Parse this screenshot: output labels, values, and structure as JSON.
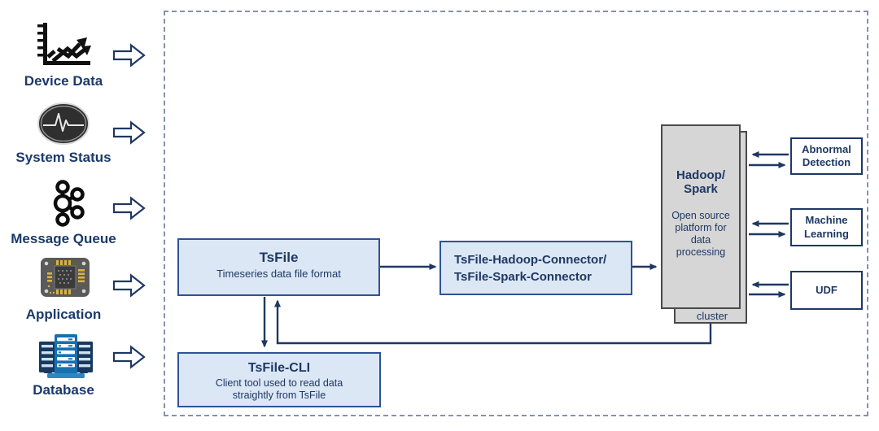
{
  "colors": {
    "navy": "#1f3864",
    "blue_box_fill": "#dbe7f5",
    "blue_box_border": "#2e5395",
    "gray_fill": "#d6d6d6",
    "dashed_border": "#8691b1",
    "label_blue": "#1b3a6b"
  },
  "sources": [
    {
      "label": "Device Data",
      "icon": "line-chart-icon"
    },
    {
      "label": "System Status",
      "icon": "pulse-monitor-icon"
    },
    {
      "label": "Message Queue",
      "icon": "message-queue-kafka-icon"
    },
    {
      "label": "Application",
      "icon": "chip-icon"
    },
    {
      "label": "Database",
      "icon": "database-servers-icon"
    }
  ],
  "tsfile": {
    "title": "TsFile",
    "subtitle": "Timeseries data file format"
  },
  "connector": {
    "line1": "TsFile-Hadoop-Connector/",
    "line2": "TsFile-Spark-Connector"
  },
  "platform": {
    "title_line1": "Hadoop/",
    "title_line2": "Spark",
    "description": "Open source platform for data processing",
    "cluster_label": "cluster"
  },
  "consumers": [
    {
      "label": "Abnormal Detection"
    },
    {
      "label": "Machine Learning"
    },
    {
      "label": "UDF"
    }
  ],
  "cli": {
    "title": "TsFile-CLI",
    "subtitle": "Client tool used to read data straightly from TsFile"
  }
}
